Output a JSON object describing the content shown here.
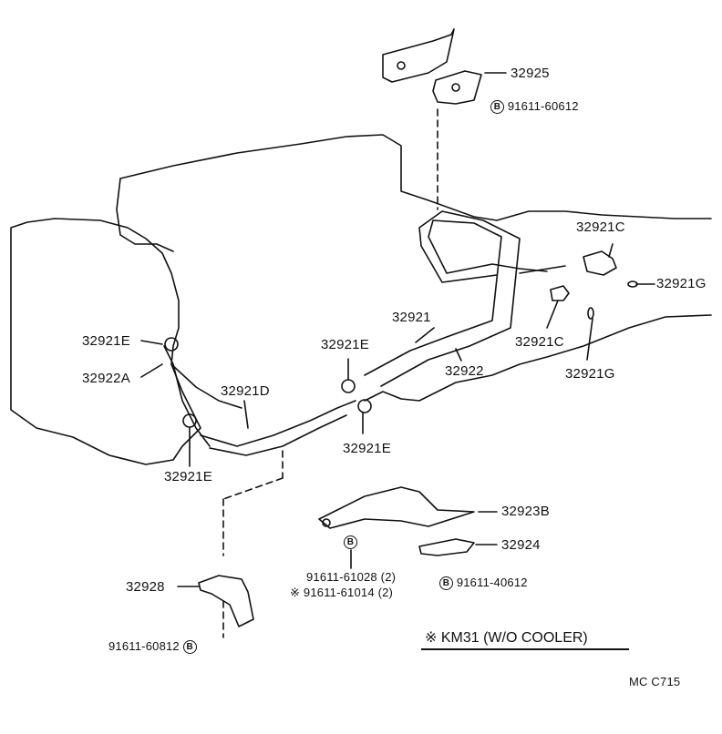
{
  "diagram": {
    "parts": [
      {
        "id": "p-32925",
        "label": "32925"
      },
      {
        "id": "p-91611-60612",
        "badge": "B",
        "label": "91611-60612"
      },
      {
        "id": "p-32921c-top",
        "label": "32921C"
      },
      {
        "id": "p-32921g-right",
        "label": "32921G"
      },
      {
        "id": "p-32921",
        "label": "32921"
      },
      {
        "id": "p-32921c-mid",
        "label": "32921C"
      },
      {
        "id": "p-32922",
        "label": "32922"
      },
      {
        "id": "p-32921g-mid",
        "label": "32921G"
      },
      {
        "id": "p-32921e-left",
        "label": "32921E"
      },
      {
        "id": "p-32922a",
        "label": "32922A"
      },
      {
        "id": "p-32921e-center",
        "label": "32921E"
      },
      {
        "id": "p-32921d",
        "label": "32921D"
      },
      {
        "id": "p-32921e-lower",
        "label": "32921E"
      },
      {
        "id": "p-32921e-bottom",
        "label": "32921E"
      },
      {
        "id": "p-32923b",
        "label": "32923B"
      },
      {
        "id": "p-32924",
        "label": "32924"
      },
      {
        "id": "p-b-center",
        "badge": "B"
      },
      {
        "id": "p-91611-61028",
        "label": "91611-61028 (2)"
      },
      {
        "id": "p-91611-61014",
        "label": "※ 91611-61014 (2)"
      },
      {
        "id": "p-91611-40612",
        "badge": "B",
        "label": "91611-40612"
      },
      {
        "id": "p-32928",
        "label": "32928"
      },
      {
        "id": "p-91611-60812",
        "label": "91611-60812",
        "badge": "B"
      }
    ],
    "note": "※ KM31 (W/O COOLER)",
    "code": "MC  C715"
  },
  "colors": {
    "ink": "#111111",
    "paper": "#ffffff"
  }
}
